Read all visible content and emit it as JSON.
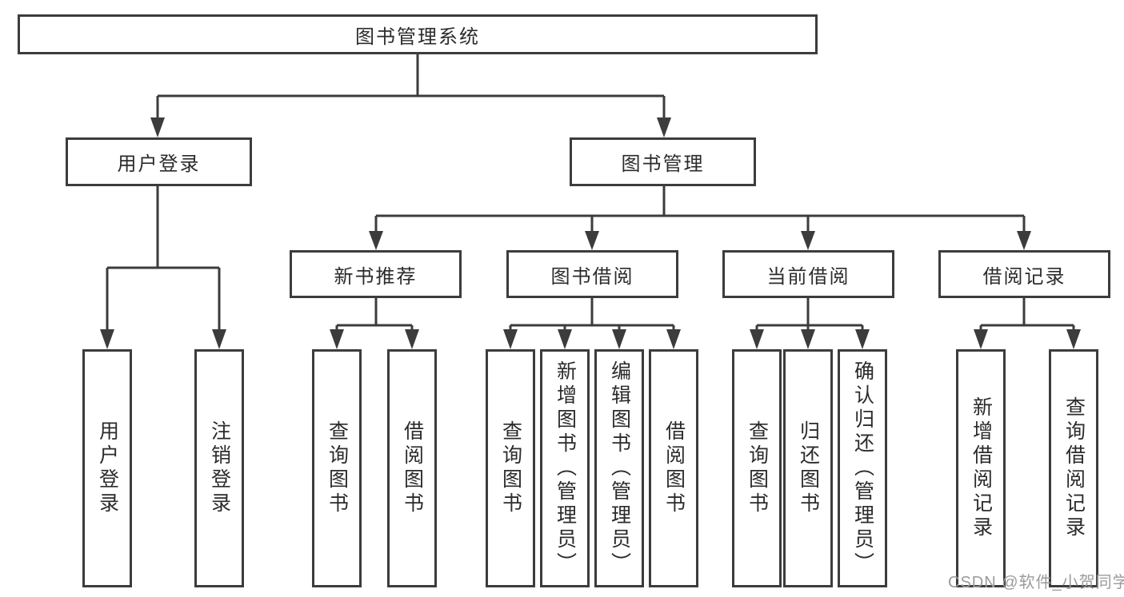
{
  "tree": {
    "root": {
      "label": "图书管理系统"
    },
    "branches": {
      "user_login": {
        "label": "用户登录",
        "children": [
          "用户登录",
          "注销登录"
        ]
      },
      "book_management": {
        "label": "图书管理",
        "sections": {
          "new_book_recommend": {
            "label": "新书推荐",
            "children": [
              "查询图书",
              "借阅图书"
            ]
          },
          "book_borrow": {
            "label": "图书借阅",
            "children": [
              "查询图书",
              "新增图书（管理员）",
              "编辑图书（管理员）",
              "借阅图书"
            ]
          },
          "current_borrow": {
            "label": "当前借阅",
            "children": [
              "查询图书",
              "归还图书",
              "确认归还（管理员）"
            ]
          },
          "borrow_record": {
            "label": "借阅记录",
            "children": [
              "新增借阅记录",
              "查询借阅记录"
            ]
          }
        }
      }
    }
  },
  "watermark": "CSDN @软件_小贺同学",
  "colors": {
    "line": "#3c3c3c",
    "text": "#2b2b2b",
    "watermark_text": "#9b9b9b",
    "background": "#ffffff"
  }
}
